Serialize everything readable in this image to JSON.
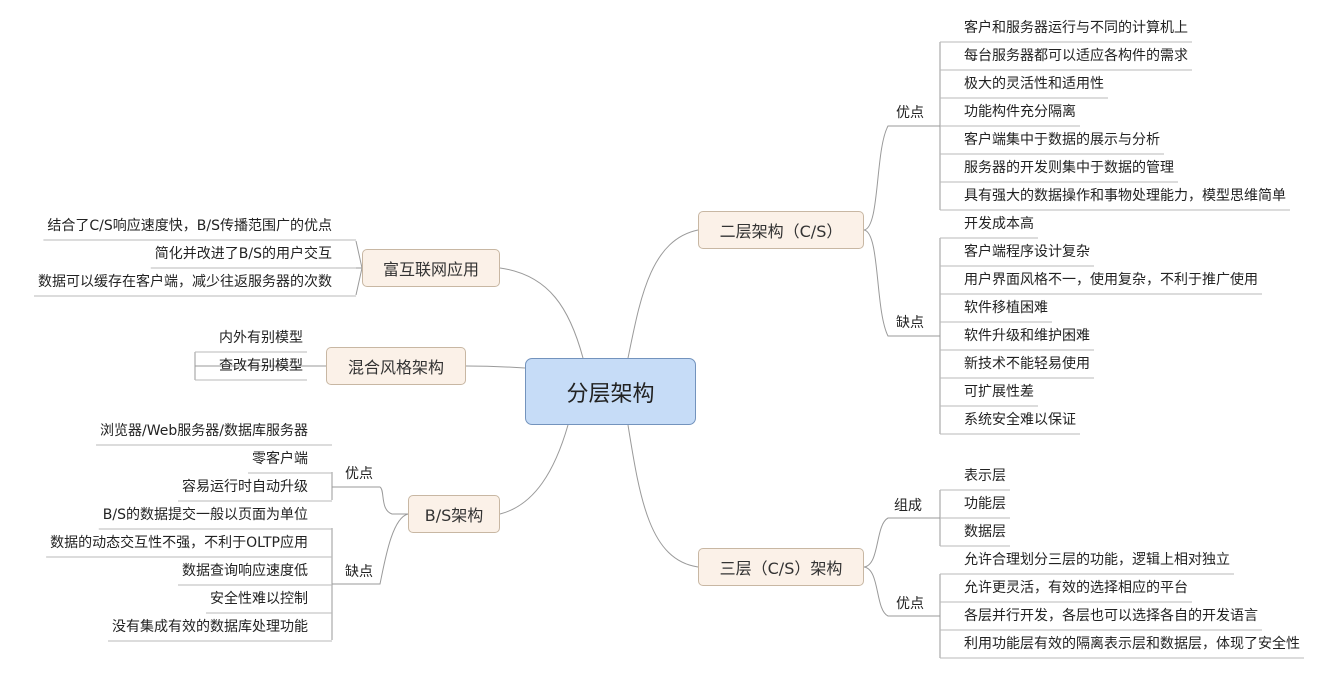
{
  "root": "分层架构",
  "two_tier": {
    "title": "二层架构（C/S）",
    "pros_label": "优点",
    "pros": [
      "客户和服务器运行与不同的计算机上",
      "每台服务器都可以适应各构件的需求",
      "极大的灵活性和适用性",
      "功能构件充分隔离",
      "客户端集中于数据的展示与分析",
      "服务器的开发则集中于数据的管理",
      "具有强大的数据操作和事物处理能力，模型思维简单"
    ],
    "cons_label": "缺点",
    "cons": [
      "开发成本高",
      "客户端程序设计复杂",
      "用户界面风格不一，使用复杂，不利于推广使用",
      "软件移植困难",
      "软件升级和维护困难",
      "新技术不能轻易使用",
      "可扩展性差",
      "系统安全难以保证"
    ]
  },
  "three_tier": {
    "title": "三层（C/S）架构",
    "parts_label": "组成",
    "parts": [
      "表示层",
      "功能层",
      "数据层"
    ],
    "pros_label": "优点",
    "pros": [
      "允许合理划分三层的功能，逻辑上相对独立",
      "允许更灵活，有效的选择相应的平台",
      "各层并行开发，各层也可以选择各自的开发语言",
      "利用功能层有效的隔离表示层和数据层，体现了安全性"
    ]
  },
  "ria": {
    "title": "富互联网应用",
    "items": [
      "结合了C/S响应速度快，B/S传播范围广的优点",
      "简化并改进了B/S的用户交互",
      "数据可以缓存在客户端，减少往返服务器的次数"
    ]
  },
  "hybrid": {
    "title": "混合风格架构",
    "items": [
      "内外有别模型",
      "查改有别模型"
    ]
  },
  "bs": {
    "title": "B/S架构",
    "pros_label": "优点",
    "pros": [
      "浏览器/Web服务器/数据库服务器",
      "零客户端",
      "容易运行时自动升级"
    ],
    "cons_label": "缺点",
    "cons": [
      "B/S的数据提交一般以页面为单位",
      "数据的动态交互性不强，不利于OLTP应用",
      "数据查询响应速度低",
      "安全性难以控制",
      "没有集成有效的数据库处理功能"
    ]
  }
}
